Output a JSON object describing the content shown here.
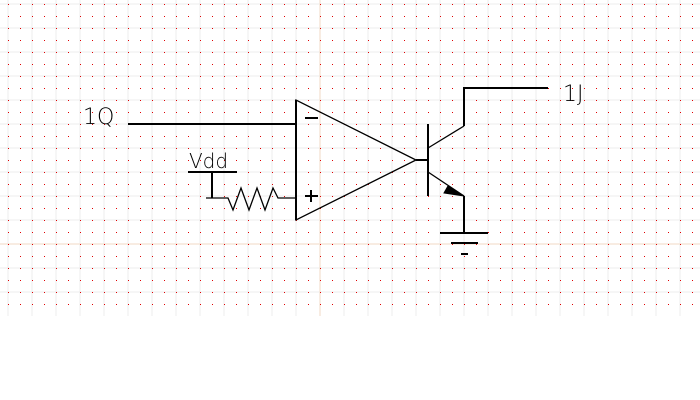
{
  "canvas": {
    "background": "#ffffff",
    "grid_dot_color": "#e00000",
    "grid_line_color": "#ececec",
    "axis_line_color": "#f5e6d8",
    "wire_color": "#000000"
  },
  "labels": {
    "input_net": "1Q",
    "output_net": "1J",
    "supply": "Vdd",
    "opamp_inverting": "−",
    "opamp_noninverting": "+"
  },
  "components": [
    {
      "type": "op-amp",
      "name": "comparator"
    },
    {
      "type": "resistor",
      "name": "pull-up-resistor"
    },
    {
      "type": "npn-transistor",
      "name": "output-transistor"
    },
    {
      "type": "ground",
      "name": "ground-symbol"
    },
    {
      "type": "power-supply",
      "name": "vdd-supply"
    }
  ]
}
